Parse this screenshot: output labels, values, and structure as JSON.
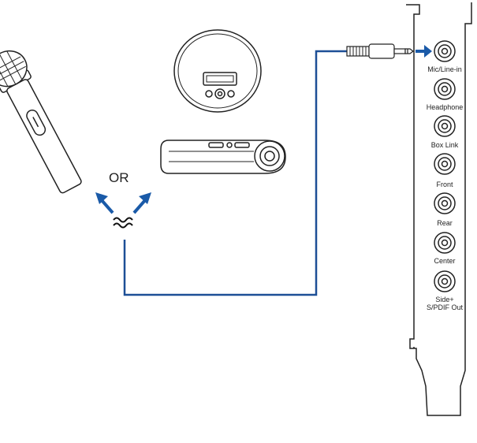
{
  "or_text": "OR",
  "ports": [
    {
      "label": "Mic/Line-in"
    },
    {
      "label": "Headphone"
    },
    {
      "label": "Box Link"
    },
    {
      "label": "Front"
    },
    {
      "label": "Rear"
    },
    {
      "label": "Center"
    },
    {
      "label": "Side+",
      "label2": "S/PDIF Out"
    }
  ],
  "devices": [
    "microphone-icon",
    "cd-player-icon",
    "cassette-player-icon",
    "audio-plug-icon",
    "sound-card-bracket"
  ],
  "colors": {
    "cable": "#1d4f96",
    "arrow": "#1a5aa8",
    "line": "#222222"
  }
}
